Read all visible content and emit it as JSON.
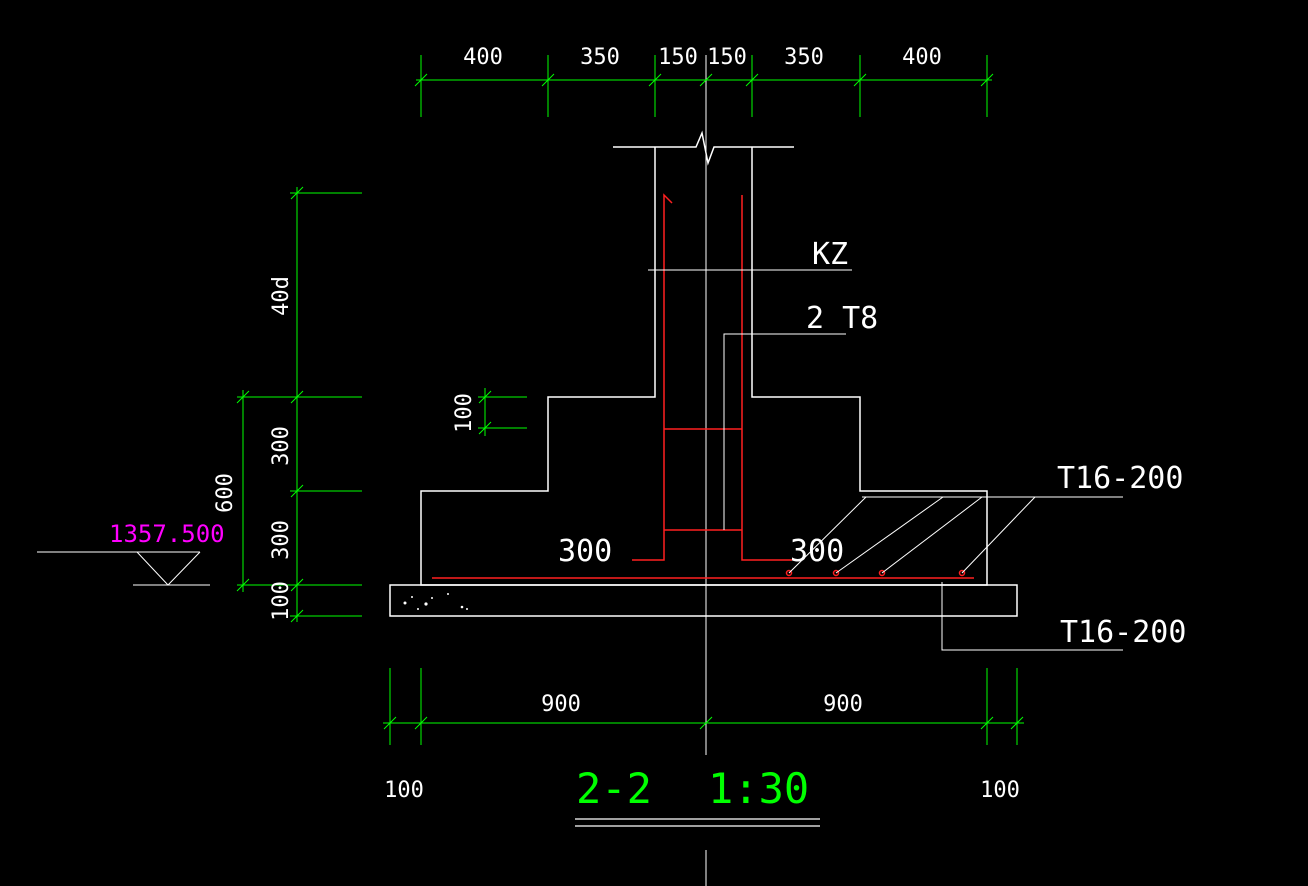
{
  "colors": {
    "background": "#000000",
    "outline": "#ffffff",
    "dimension": "#00ff00",
    "rebar": "#ff2020",
    "elevation": "#ff00ff"
  },
  "dims": {
    "top": [
      "400",
      "350",
      "150",
      "150",
      "350",
      "400"
    ],
    "bottom": [
      "900",
      "900"
    ],
    "bottom_left_edge": "100",
    "bottom_right_edge": "100",
    "left_40d": "40d",
    "left_300_upper": "300",
    "left_300_lower": "300",
    "left_100_bottom": "100",
    "left_600": "600",
    "step_100": "100"
  },
  "labels": {
    "column": "KZ",
    "stirrup": "2 T8",
    "rebar_top": "T16-200",
    "rebar_bottom": "T16-200",
    "hook_left": "300",
    "hook_right": "300",
    "elevation": "1357.500",
    "section_id": "2-2",
    "scale": "1:30"
  }
}
